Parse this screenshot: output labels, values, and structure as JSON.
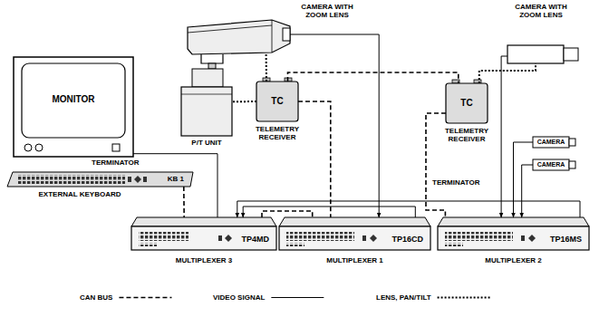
{
  "diagram": {
    "nodes": [
      {
        "text": [
          "CAMERA WITH ZOOM LENS"
        ]
      },
      {
        "text": [
          "CAMERA WITH ZOOM LENS"
        ]
      },
      {
        "text": [
          "MONITOR"
        ]
      },
      {
        "text": [
          "P/T UNIT"
        ]
      },
      {
        "text": [
          "TC",
          "TELEMETRY RECEIVER"
        ]
      },
      {
        "text": [
          "TC",
          "TELEMETRY RECEIVER"
        ]
      },
      {
        "text": [
          "CAMERA"
        ]
      },
      {
        "text": [
          "CAMERA"
        ]
      },
      {
        "text": [
          "KB 1",
          "EXTERNAL KEYBOARD"
        ]
      },
      {
        "text": [
          "TP4MD",
          "MULTIPLEXER 3"
        ]
      },
      {
        "text": [
          "TP16CD",
          "MULTIPLEXER 1"
        ]
      },
      {
        "text": [
          "TP16MS",
          "MULTIPLEXER 2"
        ]
      }
    ],
    "edges": [
      {
        "from": 0,
        "to": 10,
        "arrow": "to"
      },
      {
        "from": 1,
        "to": 11,
        "arrow": "to"
      },
      {
        "from": 6,
        "to": 11,
        "arrow": "to"
      },
      {
        "from": 7,
        "to": 11,
        "arrow": "to"
      },
      {
        "from": 2,
        "to": 9,
        "arrow": "none"
      },
      {
        "from": 10,
        "to": 9,
        "arrow": "to"
      },
      {
        "from": 11,
        "to": 9,
        "arrow": "to"
      },
      {
        "from": 8,
        "to": 9,
        "arrow": "none"
      },
      {
        "from": 9,
        "to": 10,
        "arrow": "none"
      },
      {
        "from": 4,
        "to": 10,
        "arrow": "none"
      },
      {
        "from": 4,
        "to": 5,
        "arrow": "none"
      },
      {
        "from": 5,
        "to": 11,
        "arrow": "none"
      },
      {
        "from": 4,
        "to": 0,
        "arrow": "none"
      },
      {
        "from": 4,
        "to": 3,
        "arrow": "none"
      },
      {
        "from": 5,
        "to": 1,
        "arrow": "none"
      }
    ],
    "labels": [
      "TERMINATOR",
      "TERMINATOR"
    ],
    "legend": [
      {
        "text": "CAN BUS"
      },
      {
        "text": "VIDEO SIGNAL"
      },
      {
        "text": "LENS, PAN/TILT"
      }
    ]
  }
}
